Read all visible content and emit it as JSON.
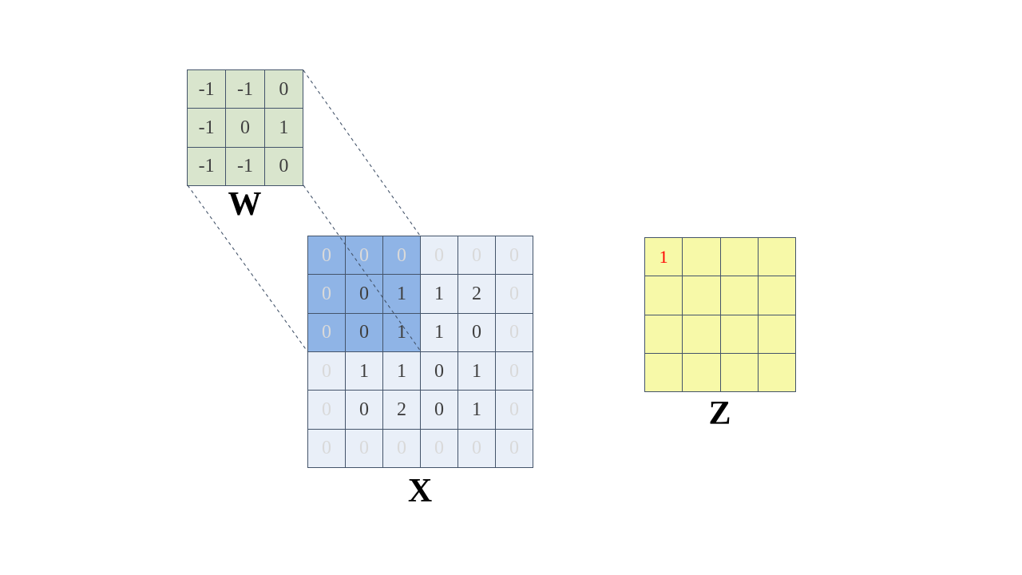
{
  "colors": {
    "kernel_fill": "#d9e5cd",
    "input_fill": "#e9eff8",
    "input_highlight": "#8fb4e6",
    "output_fill": "#f7f9a8",
    "border": "#44546a",
    "connector_line": "#44546a",
    "padding_text": "#d9d9d9",
    "value_text": "#3f3f3f",
    "result_text": "#ff0000"
  },
  "kernel": {
    "label": "W",
    "values": [
      [
        -1,
        -1,
        0
      ],
      [
        -1,
        0,
        1
      ],
      [
        -1,
        -1,
        0
      ]
    ],
    "cells": [
      [
        {
          "t": "-1",
          "c": ""
        },
        {
          "t": "-1",
          "c": ""
        },
        {
          "t": "0",
          "c": ""
        }
      ],
      [
        {
          "t": "-1",
          "c": ""
        },
        {
          "t": "0",
          "c": ""
        },
        {
          "t": "1",
          "c": ""
        }
      ],
      [
        {
          "t": "-1",
          "c": ""
        },
        {
          "t": "-1",
          "c": ""
        },
        {
          "t": "0",
          "c": ""
        }
      ]
    ]
  },
  "input": {
    "label": "X",
    "values": [
      [
        0,
        0,
        0,
        0,
        0,
        0
      ],
      [
        0,
        0,
        1,
        1,
        2,
        0
      ],
      [
        0,
        0,
        1,
        1,
        0,
        0
      ],
      [
        0,
        1,
        1,
        0,
        1,
        0
      ],
      [
        0,
        0,
        2,
        0,
        1,
        0
      ],
      [
        0,
        0,
        0,
        0,
        0,
        0
      ]
    ],
    "highlight_region": {
      "rows": "0-2",
      "cols": "0-2"
    },
    "cells": [
      [
        {
          "t": "0",
          "c": "pad hl"
        },
        {
          "t": "0",
          "c": "pad hl"
        },
        {
          "t": "0",
          "c": "pad hl"
        },
        {
          "t": "0",
          "c": "pad"
        },
        {
          "t": "0",
          "c": "pad"
        },
        {
          "t": "0",
          "c": "pad"
        }
      ],
      [
        {
          "t": "0",
          "c": "pad hl"
        },
        {
          "t": "0",
          "c": "hl"
        },
        {
          "t": "1",
          "c": "hl"
        },
        {
          "t": "1",
          "c": ""
        },
        {
          "t": "2",
          "c": ""
        },
        {
          "t": "0",
          "c": "pad"
        }
      ],
      [
        {
          "t": "0",
          "c": "pad hl"
        },
        {
          "t": "0",
          "c": "hl"
        },
        {
          "t": "1",
          "c": "hl"
        },
        {
          "t": "1",
          "c": ""
        },
        {
          "t": "0",
          "c": ""
        },
        {
          "t": "0",
          "c": "pad"
        }
      ],
      [
        {
          "t": "0",
          "c": "pad"
        },
        {
          "t": "1",
          "c": ""
        },
        {
          "t": "1",
          "c": ""
        },
        {
          "t": "0",
          "c": ""
        },
        {
          "t": "1",
          "c": ""
        },
        {
          "t": "0",
          "c": "pad"
        }
      ],
      [
        {
          "t": "0",
          "c": "pad"
        },
        {
          "t": "0",
          "c": ""
        },
        {
          "t": "2",
          "c": ""
        },
        {
          "t": "0",
          "c": ""
        },
        {
          "t": "1",
          "c": ""
        },
        {
          "t": "0",
          "c": "pad"
        }
      ],
      [
        {
          "t": "0",
          "c": "pad"
        },
        {
          "t": "0",
          "c": "pad"
        },
        {
          "t": "0",
          "c": "pad"
        },
        {
          "t": "0",
          "c": "pad"
        },
        {
          "t": "0",
          "c": "pad"
        },
        {
          "t": "0",
          "c": "pad"
        }
      ]
    ]
  },
  "output": {
    "label": "Z",
    "first_result": "1",
    "cells": [
      [
        {
          "t": "1",
          "c": "result"
        },
        {
          "t": "",
          "c": ""
        },
        {
          "t": "",
          "c": ""
        },
        {
          "t": "",
          "c": ""
        }
      ],
      [
        {
          "t": "",
          "c": ""
        },
        {
          "t": "",
          "c": ""
        },
        {
          "t": "",
          "c": ""
        },
        {
          "t": "",
          "c": ""
        }
      ],
      [
        {
          "t": "",
          "c": ""
        },
        {
          "t": "",
          "c": ""
        },
        {
          "t": "",
          "c": ""
        },
        {
          "t": "",
          "c": ""
        }
      ],
      [
        {
          "t": "",
          "c": ""
        },
        {
          "t": "",
          "c": ""
        },
        {
          "t": "",
          "c": ""
        },
        {
          "t": "",
          "c": ""
        }
      ]
    ]
  }
}
